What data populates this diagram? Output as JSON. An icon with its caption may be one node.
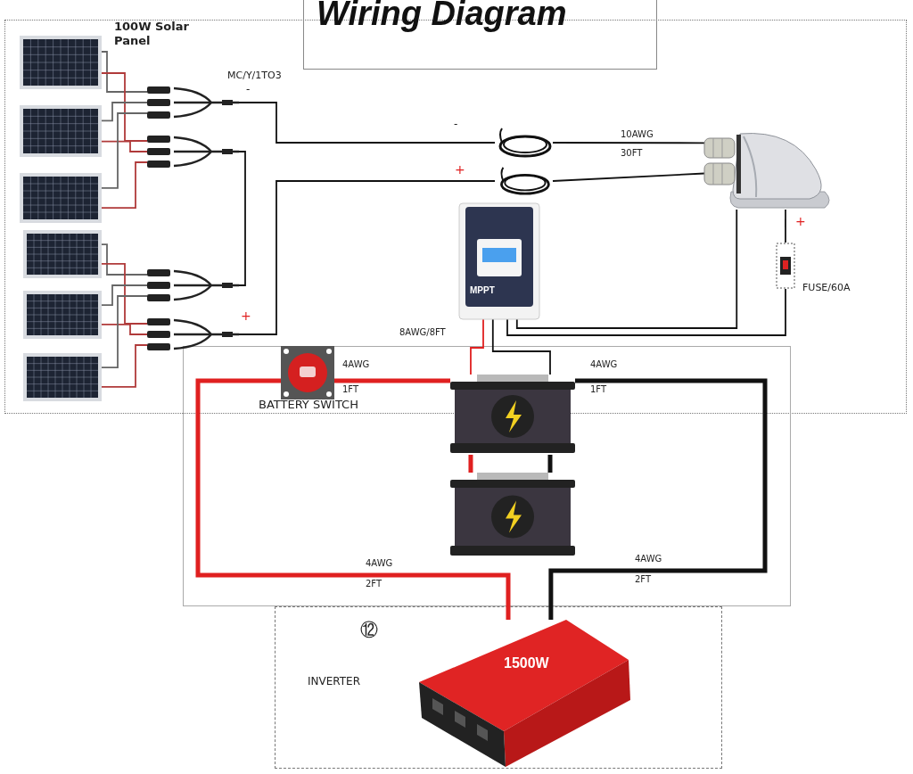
{
  "diagram": {
    "title": "Wiring Diagram",
    "nodes": [
      {
        "text": [],
        "shape": "picture"
      },
      {
        "text": [],
        "shape": "picture"
      },
      {
        "text": [],
        "shape": "picture"
      },
      {
        "text": [],
        "shape": "picture"
      },
      {
        "text": [],
        "shape": "picture"
      },
      {
        "text": [],
        "shape": "picture"
      },
      {
        "text": [],
        "shape": "picture"
      },
      {
        "text": [],
        "shape": "picture"
      },
      {
        "text": [],
        "shape": "picture"
      },
      {
        "text": [],
        "shape": "picture"
      },
      {
        "text": [],
        "shape": "picture"
      },
      {
        "text": [],
        "shape": "picture"
      },
      {
        "text": [],
        "shape": "picture"
      },
      {
        "text": [
          "MPPT"
        ]
      },
      {
        "text": [],
        "shape": "picture",
        "beside": [
          "FUSE/60A"
        ]
      },
      {
        "text": [],
        "shape": "picture",
        "beside": [
          "BATTERY SWITCH"
        ]
      },
      {
        "text": [],
        "shape": "picture"
      },
      {
        "text": [],
        "shape": "picture"
      },
      {
        "text": [
          "1500W"
        ]
      }
    ],
    "edges": [
      {
        "from": 0,
        "to": 6,
        "arrow": "none",
        "color": "#666666"
      },
      {
        "from": 0,
        "to": 7,
        "arrow": "none",
        "color": "#b03a3a"
      },
      {
        "from": 1,
        "to": 6,
        "arrow": "none",
        "color": "#666666"
      },
      {
        "from": 1,
        "to": 7,
        "arrow": "none",
        "color": "#b03a3a"
      },
      {
        "from": 2,
        "to": 6,
        "arrow": "none",
        "color": "#666666"
      },
      {
        "from": 2,
        "to": 7,
        "arrow": "none",
        "color": "#b03a3a"
      },
      {
        "from": 3,
        "to": 8,
        "arrow": "none",
        "color": "#666666"
      },
      {
        "from": 3,
        "to": 9,
        "arrow": "none",
        "color": "#b03a3a"
      },
      {
        "from": 4,
        "to": 8,
        "arrow": "none",
        "color": "#666666"
      },
      {
        "from": 4,
        "to": 9,
        "arrow": "none",
        "color": "#b03a3a"
      },
      {
        "from": 5,
        "to": 8,
        "arrow": "none",
        "color": "#666666"
      },
      {
        "from": 5,
        "to": 9,
        "arrow": "none",
        "color": "#b03a3a"
      },
      {
        "from": 6,
        "to": 10,
        "arrow": "none"
      },
      {
        "from": 7,
        "to": 8,
        "arrow": "none"
      },
      {
        "from": 9,
        "to": 11,
        "arrow": "none"
      },
      {
        "from": 10,
        "to": 12,
        "arrow": "none"
      },
      {
        "from": 11,
        "to": 12,
        "arrow": "none"
      },
      {
        "from": 12,
        "to": 13,
        "arrow": "none"
      },
      {
        "from": 12,
        "to": 14,
        "arrow": "none"
      },
      {
        "from": 14,
        "to": 13,
        "arrow": "none"
      },
      {
        "from": 13,
        "to": 16,
        "arrow": "none",
        "color": "#e02020"
      },
      {
        "from": 13,
        "to": 16,
        "arrow": "none"
      },
      {
        "from": 15,
        "to": 16,
        "arrow": "none",
        "style": "thick",
        "color": "#e02020"
      },
      {
        "from": 16,
        "to": 17,
        "arrow": "none",
        "style": "thick",
        "color": "#e02020"
      },
      {
        "from": 16,
        "to": 17,
        "arrow": "none",
        "style": "thick"
      },
      {
        "from": 16,
        "to": 18,
        "arrow": "none",
        "style": "thick"
      },
      {
        "from": 15,
        "to": 18,
        "arrow": "none",
        "style": "thick",
        "color": "#e02020"
      }
    ],
    "labels": [
      "100W Solar Panel",
      "MC/Y/1TO3",
      "-",
      "-",
      "+",
      "+",
      "10AWG",
      "30FT",
      "+",
      "8AWG/8FT",
      "4AWG",
      "1FT",
      "4AWG",
      "1FT",
      "4AWG",
      "2FT",
      "4AWG",
      "2FT",
      "⑫",
      "INVERTER"
    ]
  }
}
